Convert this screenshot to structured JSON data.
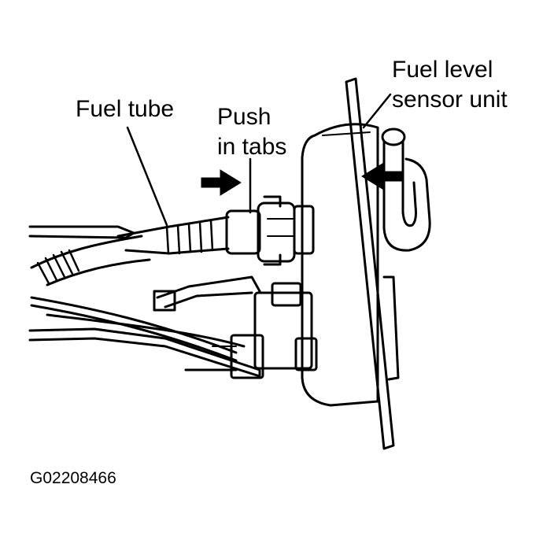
{
  "labels": {
    "fuel_tube": "Fuel tube",
    "push_line1": "Push",
    "push_line2": "in tabs",
    "sensor_line1": "Fuel level",
    "sensor_line2": "sensor unit"
  },
  "figure_code": "G02208466",
  "colors": {
    "ink": "#000000",
    "paper": "#ffffff"
  }
}
